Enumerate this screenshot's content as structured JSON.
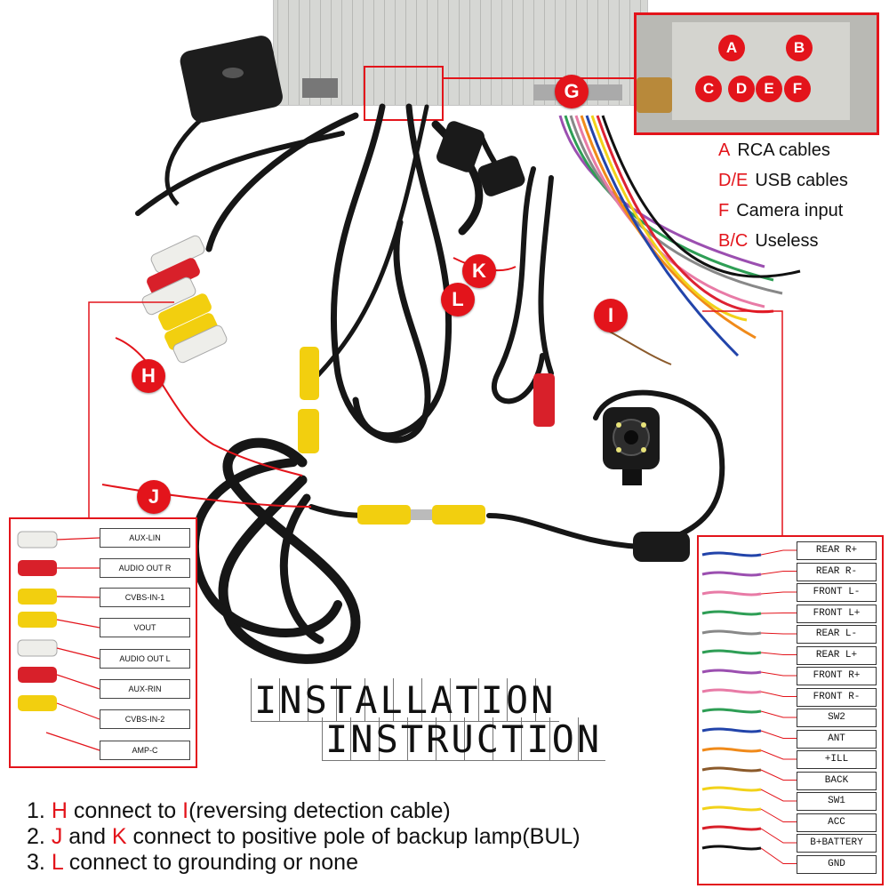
{
  "badges": {
    "h": "H",
    "i": "I",
    "j": "J",
    "k": "K",
    "l": "L",
    "g": "G"
  },
  "inset": {
    "a": "A",
    "b": "B",
    "c": "C",
    "d": "D",
    "e": "E",
    "f": "F"
  },
  "legend": [
    {
      "code": "A",
      "text": "RCA cables"
    },
    {
      "code": "D/E",
      "text": "USB cables"
    },
    {
      "code": "F",
      "text": "Camera input"
    },
    {
      "code": "B/C",
      "text": "Useless"
    }
  ],
  "left_panel": [
    "AUX-LIN",
    "AUDIO OUT R",
    "CVBS-IN-1",
    "VOUT",
    "AUDIO OUT L",
    "AUX-RIN",
    "CVBS-IN-2",
    "AMP-C"
  ],
  "right_panel": [
    "REAR R+",
    "REAR R-",
    "FRONT L-",
    "FRONT L+",
    "REAR L-",
    "REAR L+",
    "FRONT R+",
    "FRONT R-",
    "SW2",
    "ANT",
    "+ILL",
    "BACK",
    "SW1",
    "ACC",
    "B+BATTERY",
    "GND"
  ],
  "title": {
    "line1": "INSTALLATION",
    "line2": "INSTRUCTION"
  },
  "steps": [
    {
      "num": "1.",
      "a": "H",
      "b": " connect to ",
      "c": "I",
      "d": "(reversing detection cable)"
    },
    {
      "num": "2.",
      "a": "J",
      "b": " and ",
      "c": "K",
      "d": " connect to positive pole of backup lamp(BUL)"
    },
    {
      "num": "3.",
      "a": "L",
      "b": " connect to grounding or none",
      "c": "",
      "d": ""
    }
  ],
  "colors": {
    "accent": "#e3141b",
    "cable": "#161616",
    "rca_yellow": "#f2cf0f",
    "rca_red": "#d8202a",
    "rca_white": "#eeeeea"
  },
  "icons": [
    "gps-antenna",
    "head-unit",
    "backup-camera",
    "usb-plug",
    "rca-plug"
  ]
}
